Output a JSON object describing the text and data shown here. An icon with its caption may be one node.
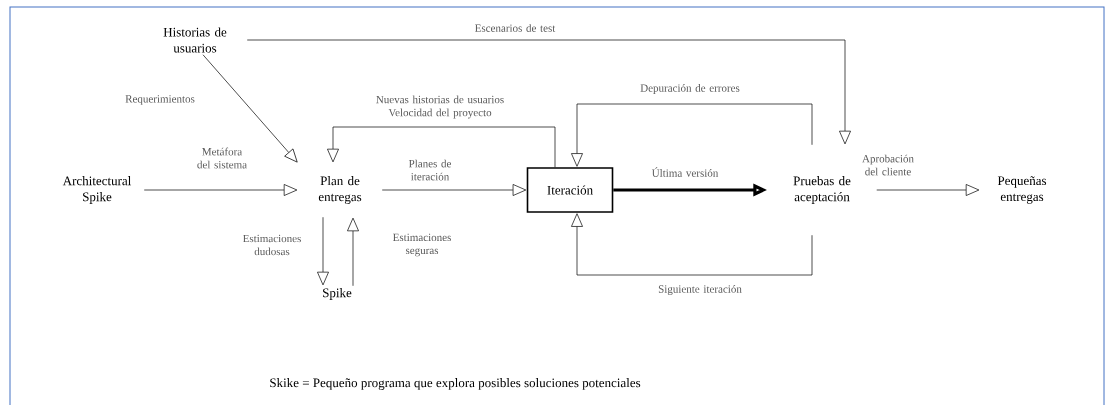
{
  "diagram": {
    "caption": "Skike = Pequeño programa que explora posibles soluciones potenciales",
    "nodes": [
      {
        "text": [
          "Historias de usuarios"
        ]
      },
      {
        "text": [
          "Architectural Spike"
        ]
      },
      {
        "text": [
          "Plan de entregas"
        ]
      },
      {
        "text": [
          "Iteración"
        ]
      },
      {
        "text": [
          "Pruebas de aceptación"
        ]
      },
      {
        "text": [
          "Pequeñas entregas"
        ]
      },
      {
        "text": [
          "Spike"
        ]
      }
    ],
    "edges": [
      {
        "from": 0,
        "to": 2,
        "arrow": "to",
        "label": "Requerimientos"
      },
      {
        "from": 0,
        "to": 4,
        "arrow": "to",
        "label": "Escenarios de test"
      },
      {
        "from": 1,
        "to": 2,
        "arrow": "to",
        "label": "Metáfora del sistema"
      },
      {
        "from": 2,
        "to": 3,
        "arrow": "to",
        "label": "Planes de iteración"
      },
      {
        "from": 3,
        "to": 2,
        "arrow": "to",
        "label": "Nuevas historias de usuarios Velocidad del proyecto"
      },
      {
        "from": 3,
        "to": 4,
        "arrow": "to",
        "label": "Última versión",
        "style": "thick"
      },
      {
        "from": 4,
        "to": 3,
        "arrow": "to",
        "label": "Depuración de errores"
      },
      {
        "from": 4,
        "to": 3,
        "arrow": "to",
        "label": "Siguiente iteración"
      },
      {
        "from": 4,
        "to": 5,
        "arrow": "to",
        "label": "Aprobación del cliente"
      },
      {
        "from": 2,
        "to": 6,
        "arrow": "to",
        "label": "Estimaciones dudosas"
      },
      {
        "from": 6,
        "to": 2,
        "arrow": "to",
        "label": "Estimaciones seguras"
      }
    ]
  }
}
